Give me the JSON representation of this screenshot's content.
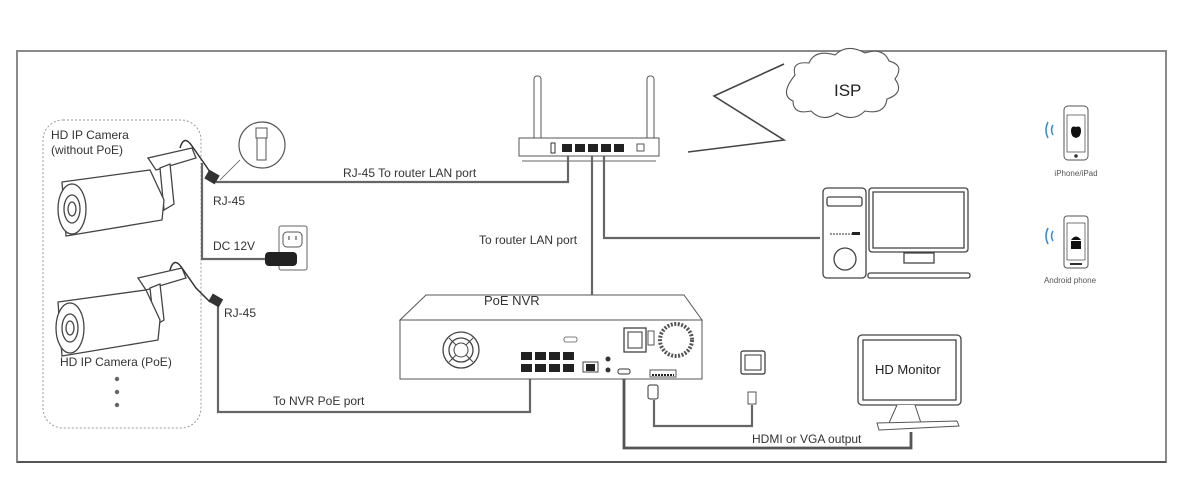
{
  "diagram": {
    "title": "IP camera PoE NVR network connection diagram",
    "colors": {
      "frame": "#8a8a8a",
      "wire": "#666666",
      "wifi": "#3d8fd6",
      "text": "#333333"
    },
    "groups": {
      "cameras_label_top": "HD IP Camera",
      "cameras_label_top_sub": "(without PoE)",
      "cameras_label_bottom": "HD IP Camera (PoE)"
    },
    "labels": {
      "rj45_top": "RJ-45",
      "dc12v": "DC 12V",
      "rj45_bottom": "RJ-45",
      "to_router_lan_top": "RJ-45 To router LAN port",
      "to_router_lan_mid": "To router LAN port",
      "to_nvr_poe": "To NVR PoE port",
      "nvr": "PoE NVR",
      "isp": "ISP",
      "monitor": "HD Monitor",
      "hdmi_vga": "HDMI or VGA output",
      "iphone": "iPhone/iPad",
      "android": "Android phone"
    },
    "nodes": [
      {
        "id": "camera-no-poe",
        "icon": "bullet-camera-icon"
      },
      {
        "id": "camera-poe",
        "icon": "bullet-camera-icon"
      },
      {
        "id": "router",
        "icon": "router-icon"
      },
      {
        "id": "isp-cloud",
        "icon": "cloud-icon"
      },
      {
        "id": "nvr",
        "icon": "nvr-icon"
      },
      {
        "id": "pc",
        "icon": "desktop-computer-icon"
      },
      {
        "id": "monitor",
        "icon": "monitor-icon"
      },
      {
        "id": "iphone",
        "icon": "iphone-icon"
      },
      {
        "id": "android",
        "icon": "android-phone-icon"
      }
    ]
  }
}
